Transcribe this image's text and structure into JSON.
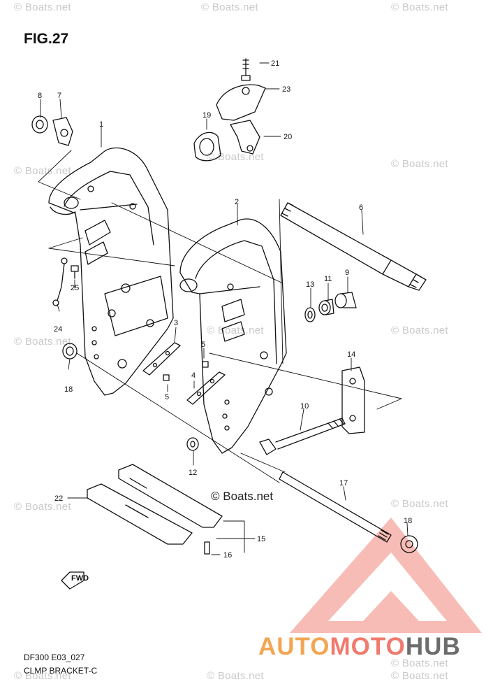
{
  "figure_title": "FIG.27",
  "footer": {
    "code": "DF300 E03_027",
    "name": "CLMP BRACKET-C"
  },
  "watermark": {
    "text": "© Boats.net",
    "inline_text": "© Boats.net"
  },
  "fwd_label": "FWD",
  "brand": {
    "part1": "AUTO",
    "part2": "MOTO",
    "part3": "HUB"
  },
  "callouts": {
    "c1": "1",
    "c2": "2",
    "c3": "3",
    "c4": "4",
    "c5a": "5",
    "c5b": "5",
    "c6": "6",
    "c7": "7",
    "c8": "8",
    "c9": "9",
    "c10": "10",
    "c11": "11",
    "c12": "12",
    "c13": "13",
    "c14": "14",
    "c15": "15",
    "c16": "16",
    "c17": "17",
    "c18a": "18",
    "c18b": "18",
    "c19": "19",
    "c20": "20",
    "c21": "21",
    "c22": "22",
    "c23": "23",
    "c24": "24",
    "c25": "25"
  },
  "colors": {
    "line": "#111111",
    "watermark": "#c9c9c9",
    "logo_red": "#f07a6e",
    "logo_orange": "#f2a654",
    "logo_gray": "#6c6c6c"
  }
}
